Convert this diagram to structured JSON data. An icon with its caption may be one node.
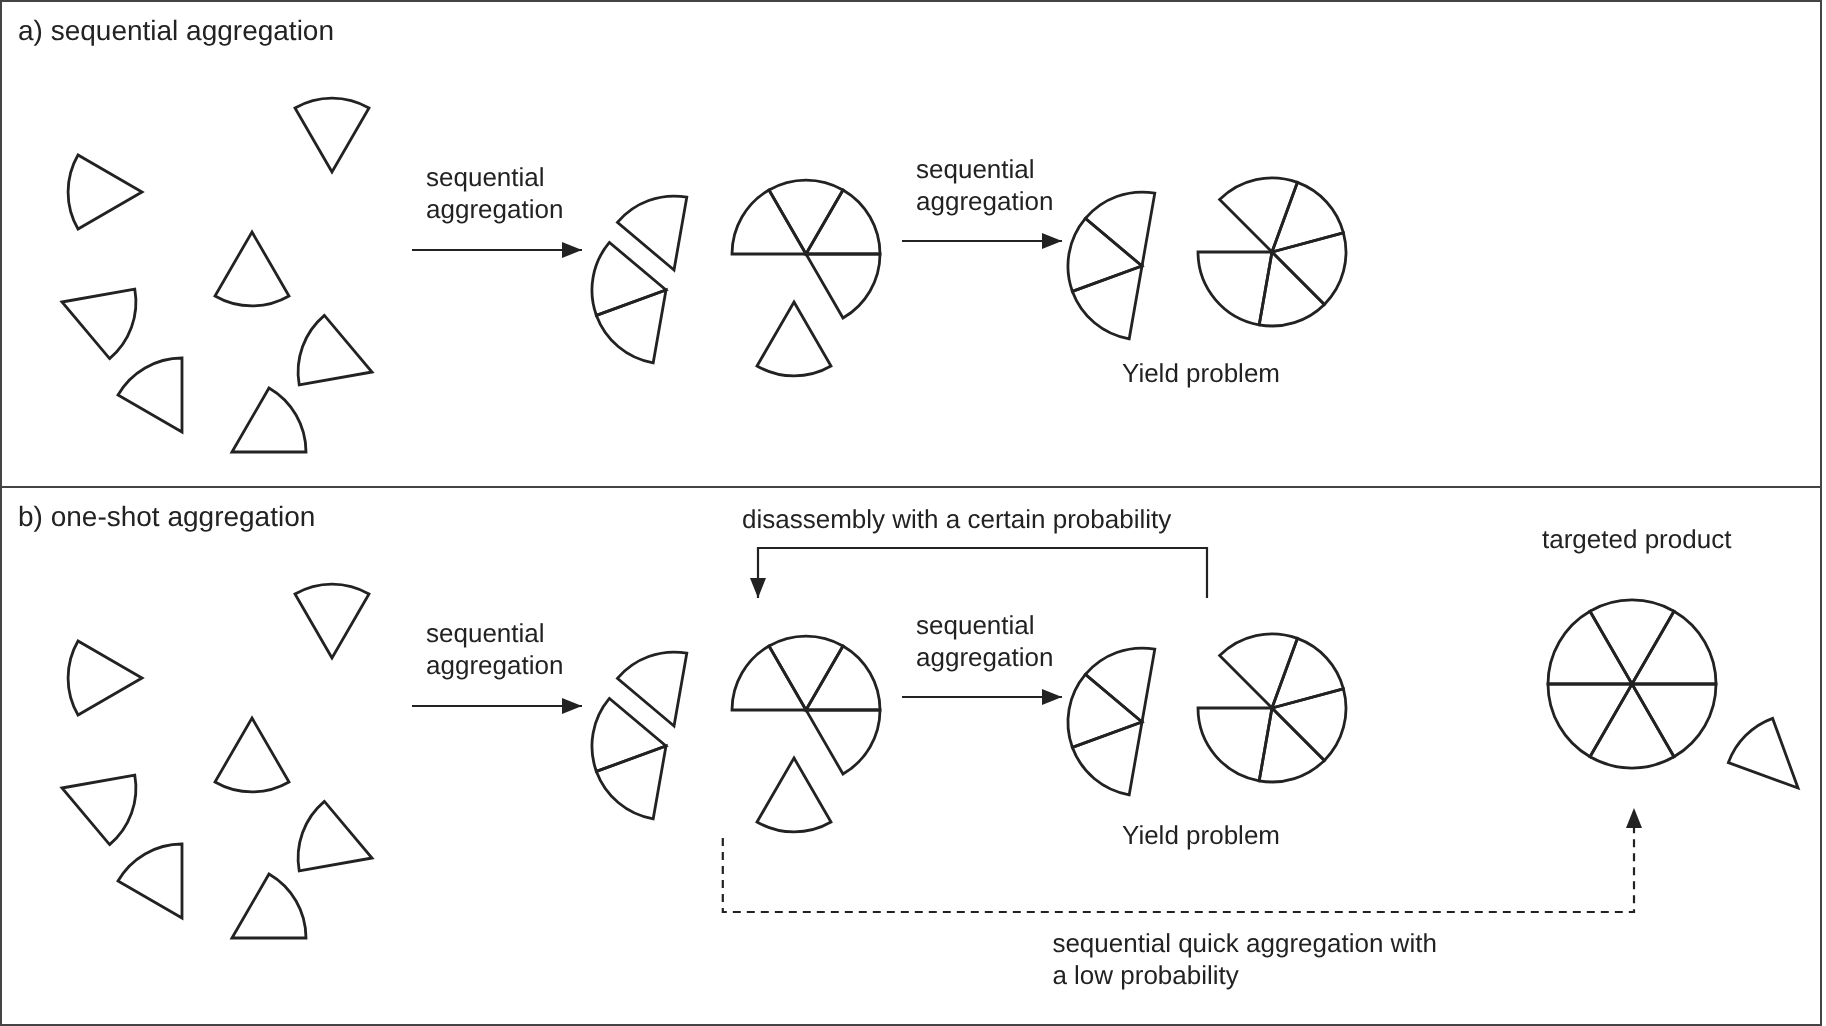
{
  "diagram": {
    "nodes": [
      {
        "text": [
          "a) sequential aggregation"
        ]
      },
      {
        "text": [],
        "shape": "picture",
        "in": 0
      },
      {
        "text": [],
        "shape": "picture",
        "in": 0
      },
      {
        "text": [],
        "shape": "picture",
        "in": 0,
        "beside": [
          "Yield problem"
        ]
      },
      {
        "text": [
          "b) one-shot aggregation"
        ]
      },
      {
        "text": [],
        "shape": "picture",
        "in": 4
      },
      {
        "text": [],
        "shape": "picture",
        "in": 4
      },
      {
        "text": [],
        "shape": "picture",
        "in": 4,
        "beside": [
          "Yield problem"
        ]
      },
      {
        "text": [],
        "shape": "picture",
        "in": 4,
        "beside": [
          "targeted product"
        ]
      }
    ],
    "edges": [
      {
        "from": 1,
        "to": 2,
        "arrow": "to",
        "label": "sequential aggregation"
      },
      {
        "from": 2,
        "to": 3,
        "arrow": "to",
        "label": "sequential aggregation"
      },
      {
        "from": 5,
        "to": 6,
        "arrow": "to",
        "label": "sequential aggregation"
      },
      {
        "from": 6,
        "to": 7,
        "arrow": "to",
        "label": "sequential aggregation"
      },
      {
        "from": 7,
        "to": 6,
        "arrow": "to",
        "label": "disassembly with a certain probability"
      },
      {
        "from": 6,
        "to": 8,
        "arrow": "to",
        "label": "sequential quick aggregation with a low probability",
        "style": "dashed"
      }
    ]
  }
}
